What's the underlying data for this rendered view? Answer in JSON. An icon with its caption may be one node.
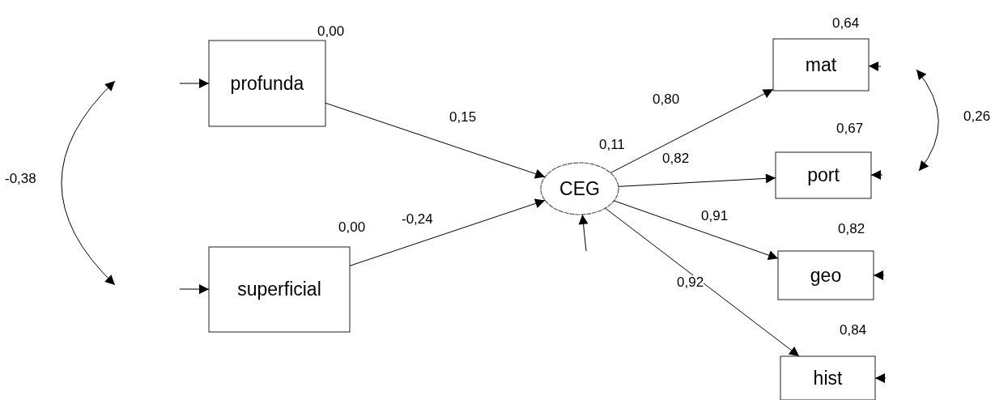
{
  "diagram": {
    "nodes": [
      {
        "text": [
          "profunda"
        ],
        "beside": [
          "0,00"
        ]
      },
      {
        "text": [
          "superficial"
        ],
        "beside": [
          "0,00"
        ]
      },
      {
        "text": [
          "CEG"
        ],
        "beside": [
          "0,11"
        ]
      },
      {
        "text": [
          "mat"
        ],
        "beside": [
          "0,64"
        ]
      },
      {
        "text": [
          "port"
        ],
        "beside": [
          "0,67"
        ]
      },
      {
        "text": [
          "geo"
        ],
        "beside": [
          "0,82"
        ]
      },
      {
        "text": [
          "hist"
        ],
        "beside": [
          "0,84"
        ]
      }
    ],
    "edges": [
      {
        "from": 0,
        "to": 2,
        "arrow": "to",
        "label": "0,15"
      },
      {
        "from": 1,
        "to": 2,
        "arrow": "to",
        "label": "-0,24"
      },
      {
        "from": 2,
        "to": 3,
        "arrow": "to",
        "label": "0,80"
      },
      {
        "from": 2,
        "to": 4,
        "arrow": "to",
        "label": "0,82"
      },
      {
        "from": 2,
        "to": 5,
        "arrow": "to",
        "label": "0,91"
      },
      {
        "from": 2,
        "to": 6,
        "arrow": "to",
        "label": "0,92"
      },
      {
        "from": null,
        "to": 0,
        "arrow": "to"
      },
      {
        "from": null,
        "to": 1,
        "arrow": "to"
      },
      {
        "from": null,
        "to": 2,
        "arrow": "to"
      },
      {
        "from": null,
        "to": 3,
        "arrow": "to"
      },
      {
        "from": null,
        "to": 4,
        "arrow": "to"
      },
      {
        "from": null,
        "to": 5,
        "arrow": "to"
      },
      {
        "from": null,
        "to": 6,
        "arrow": "to"
      }
    ],
    "labels": [
      "-0,38",
      "0,26"
    ]
  }
}
